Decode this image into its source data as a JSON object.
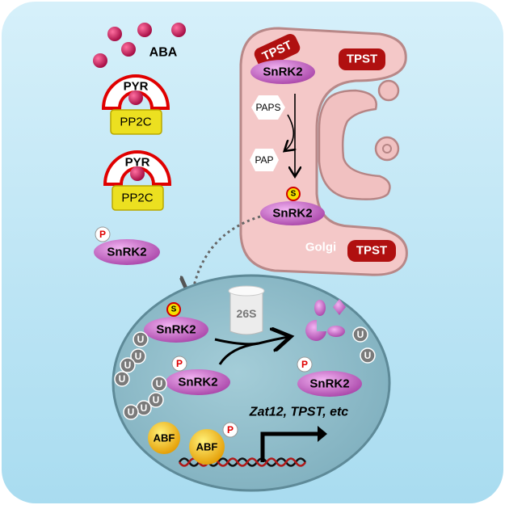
{
  "colors": {
    "background": "#bfe6f5",
    "golgi": "#f3c9c9",
    "nucleus": "#8fbcc9",
    "snrk2": "#c86ac8",
    "tpst": "#b01010",
    "pp2c": "#f0e020",
    "aba": "#d0105a",
    "abf": "#f2b800"
  },
  "extracellular": {
    "aba_label": "ABA",
    "pyr_label_1": "PYR",
    "pp2c_label_1": "PP2C",
    "pyr_label_2": "PYR",
    "pp2c_label_2": "PP2C",
    "snrk2_label": "SnRK2",
    "p_label": "P"
  },
  "golgi": {
    "label": "Golgi",
    "tpst_1": "TPST",
    "tpst_2": "TPST",
    "tpst_3": "TPST",
    "snrk2_top": "SnRK2",
    "paps": "PAPS",
    "pap": "PAP",
    "s_label": "S",
    "snrk2_bottom": "SnRK2"
  },
  "nucleus": {
    "proteasome": "26S",
    "s_label": "S",
    "snrk2_s": "SnRK2",
    "p_label_1": "P",
    "snrk2_p": "SnRK2",
    "p_label_2": "P",
    "snrk2_p_right": "SnRK2",
    "ubiquitin": "U",
    "genes": "Zat12, TPST, etc",
    "abf_1": "ABF",
    "abf_2": "ABF",
    "p_label_3": "P"
  }
}
